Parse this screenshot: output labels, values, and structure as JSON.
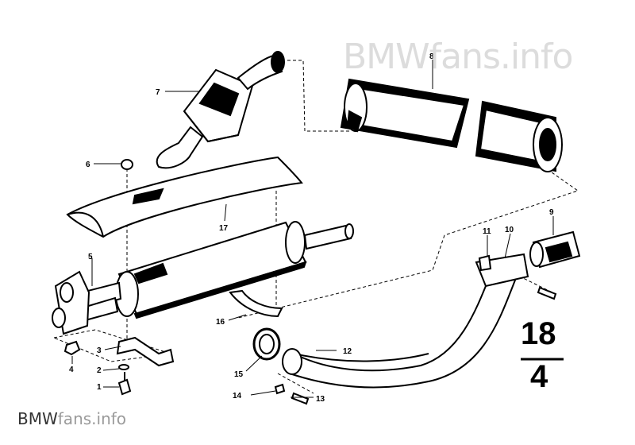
{
  "watermark": {
    "top_brand": "BMW",
    "top_suffix": "fans.info",
    "bottom_brand": "BMW",
    "bottom_suffix": "fans.info"
  },
  "group_number": {
    "main": "18",
    "sub": "4"
  },
  "parts": [
    {
      "id": "p1",
      "label": "1"
    },
    {
      "id": "p2",
      "label": "2"
    },
    {
      "id": "p3",
      "label": "3"
    },
    {
      "id": "p4",
      "label": "4"
    },
    {
      "id": "p5",
      "label": "5"
    },
    {
      "id": "p6",
      "label": "6"
    },
    {
      "id": "p7",
      "label": "7"
    },
    {
      "id": "p8",
      "label": "8"
    },
    {
      "id": "p9",
      "label": "9"
    },
    {
      "id": "p10",
      "label": "10"
    },
    {
      "id": "p11",
      "label": "11"
    },
    {
      "id": "p12",
      "label": "12"
    },
    {
      "id": "p13",
      "label": "13"
    },
    {
      "id": "p14",
      "label": "14"
    },
    {
      "id": "p15",
      "label": "15"
    },
    {
      "id": "p16",
      "label": "16"
    },
    {
      "id": "p17",
      "label": "17"
    }
  ]
}
